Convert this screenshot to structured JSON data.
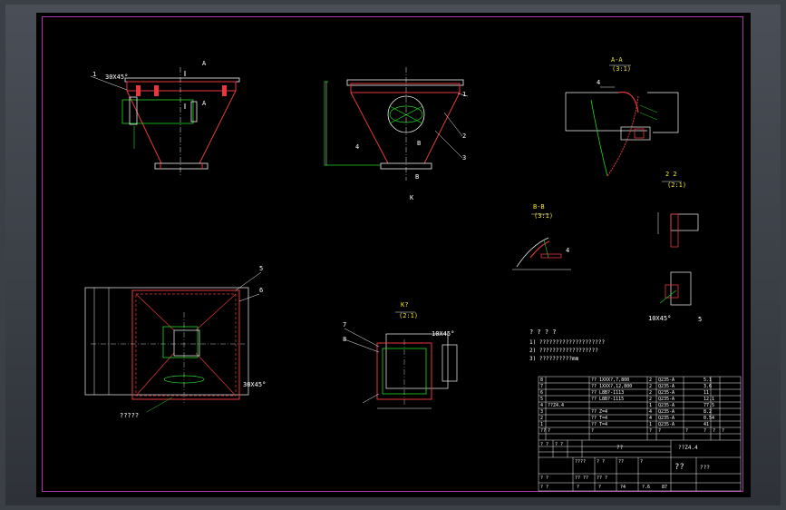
{
  "views": {
    "A": {
      "label": "A",
      "section": "30X45°"
    },
    "top_right": {
      "labels": [
        "1",
        "2",
        "3"
      ]
    },
    "section_AA": {
      "title": "A-A",
      "scale": "(3:1)"
    },
    "section_BB": {
      "title": "B-B",
      "scale": "(3:1)"
    },
    "section_22": {
      "title": "2  2",
      "scale": "(2:1)",
      "note": "10X45°",
      "num": "5"
    },
    "plan": {
      "labels": [
        "5",
        "6"
      ],
      "section": "30X45°",
      "note": "?????"
    },
    "K_view": {
      "title": "K?",
      "scale": "(2:1)",
      "labels": [
        "7",
        "8"
      ],
      "note": "10X45°"
    },
    "marks": {
      "B": "B",
      "K": "K",
      "four": "4"
    }
  },
  "tech_notes": {
    "heading": "? ? ? ?",
    "lines": [
      "1) ????????????????????",
      "2) ??????????????????",
      "3) ??????????mm"
    ]
  },
  "title_block": {
    "bom_rows": [
      [
        "8",
        "",
        "?? 1XXX?,7,800",
        "2",
        "Q235-A",
        "",
        "",
        "",
        "5.1"
      ],
      [
        "7",
        "",
        "?? 1XXX?,12,800",
        "2",
        "Q235-A",
        "",
        "",
        "",
        "3.6"
      ],
      [
        "6",
        "",
        "?? L8B?-1113",
        "2",
        "Q235-A",
        "",
        "",
        "",
        "11"
      ],
      [
        "5",
        "",
        "?? L8B?-1115",
        "2",
        "Q235-A",
        "",
        "",
        "",
        "12.1"
      ],
      [
        "4",
        "??Z4.4",
        "",
        "1",
        "Q235-A",
        "",
        "",
        "",
        "77.5"
      ],
      [
        "3",
        "",
        "?? Z=4",
        "4",
        "Q235-A",
        "",
        "",
        "",
        "8.2"
      ],
      [
        "2",
        "",
        "?? T=4",
        "4",
        "Q235-A",
        "",
        "",
        "",
        "0.54"
      ],
      [
        "1",
        "",
        "?? T=4",
        "1",
        "Q235-A",
        "",
        "",
        "",
        "41"
      ],
      [
        "??",
        "?",
        "?",
        "?",
        "?",
        "?",
        "?",
        "?",
        "?"
      ]
    ],
    "drawing_no": "??Z4.4",
    "name": "??",
    "company": "??",
    "material": "???",
    "grid_labels": [
      "? ?",
      "? ?",
      "????",
      "?  ?",
      "? ?",
      "?? ??",
      "?? ?",
      "? ?",
      "??",
      "?"
    ],
    "scale_row": [
      "?",
      "?",
      "?4",
      "?.6",
      "87"
    ]
  },
  "colors": {
    "red": "#e8373a",
    "green": "#22d622",
    "white": "#f2f2f2",
    "yellow": "#f4e62a",
    "magenta": "#c040c0",
    "cyan": "#3fe0e0"
  }
}
